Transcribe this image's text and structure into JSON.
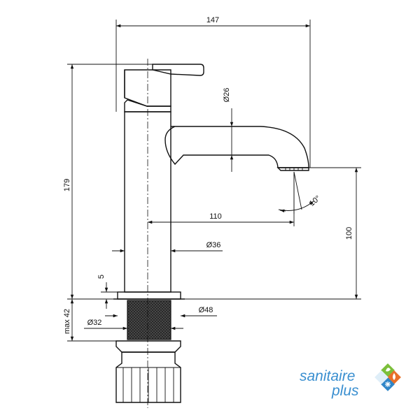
{
  "dimensions": {
    "overall_width": "147",
    "overall_height": "179",
    "spout_diameter": "Ø26",
    "spout_reach": "110",
    "body_diameter": "Ø36",
    "spout_height": "100",
    "flange_thickness": "5",
    "flange_diameter": "Ø48",
    "thread_diameter": "Ø32",
    "max_deck_thickness": "max 42",
    "spout_angle": "10°"
  },
  "logo": {
    "line1": "sanitaire",
    "line2": "plus",
    "colors": {
      "text": "#3a8fd0",
      "green": "#7bbf3a",
      "orange": "#e8702a",
      "blue": "#2f86c8"
    }
  }
}
